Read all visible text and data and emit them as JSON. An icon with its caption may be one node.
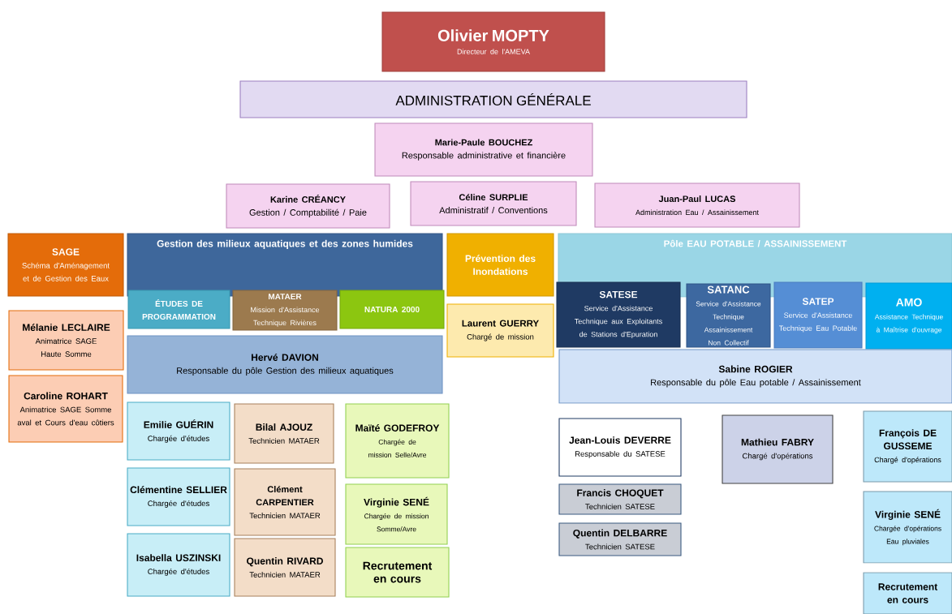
{
  "diagram": {
    "nodes": [
      {
        "text": [
          "Olivier MOPTY",
          "Directeur de l'AMEVA"
        ]
      },
      {
        "text": [
          "ADMINISTRATION GÉNÉRALE"
        ]
      },
      {
        "text": [
          "Marie-Paule BOUCHEZ",
          "Responsable administrative et financière"
        ]
      },
      {
        "text": [
          "Karine CRÉANCY",
          "Gestion / Comptabilité / Paie"
        ]
      },
      {
        "text": [
          "Céline SURPLIE",
          "Administratif / Conventions"
        ]
      },
      {
        "text": [
          "Juan-Paul LUCAS",
          "Administration Eau / Assainissement"
        ]
      },
      {
        "text": [
          "SAGE",
          "Schéma d'Aménagement et de Gestion des Eaux"
        ]
      },
      {
        "text": [
          "Gestion des milieux aquatiques et des zones humides"
        ]
      },
      {
        "text": [
          "ÉTUDES DE PROGRAMMATION"
        ]
      },
      {
        "text": [
          "MATAER",
          "Mission d'Assistance Technique Rivières"
        ]
      },
      {
        "text": [
          "NATURA 2000"
        ]
      },
      {
        "text": [
          "Prévention des Inondations"
        ]
      },
      {
        "text": [
          "Pôle EAU POTABLE / ASSAINISSEMENT"
        ]
      },
      {
        "text": [
          "SATESE",
          "Service d'Assistance Technique aux Exploitants de Stations d'Epuration"
        ]
      },
      {
        "text": [
          "SATANC",
          "Service d'Assistance Technique Assainissement Non Collectif"
        ]
      },
      {
        "text": [
          "SATEP",
          "Service d'Assistance Technique Eau Potable"
        ]
      },
      {
        "text": [
          "AMO",
          "Assistance Technique à Maîtrise d'ouvrage"
        ]
      },
      {
        "text": [
          "Mélanie LECLAIRE",
          "Animatrice SAGE Haute Somme"
        ]
      },
      {
        "text": [
          "Caroline ROHART",
          "Animatrice SAGE Somme aval et Cours d'eau côtiers"
        ]
      },
      {
        "text": [
          "Laurent GUERRY",
          "Chargé de mission"
        ]
      },
      {
        "text": [
          "Hervé DAVION",
          "Responsable du pôle Gestion des milieux aquatiques"
        ]
      },
      {
        "text": [
          "Sabine ROGIER",
          "Responsable du pôle Eau potable / Assainissement"
        ]
      },
      {
        "text": [
          "Emilie GUÉRIN",
          "Chargée d'études"
        ]
      },
      {
        "text": [
          "Bilal AJOUZ",
          "Technicien MATAER"
        ]
      },
      {
        "text": [
          "Maïté GODEFROY",
          "Chargée de mission Selle/Avre"
        ]
      },
      {
        "text": [
          "Clémentine SELLIER",
          "Chargée d'études"
        ]
      },
      {
        "text": [
          "Clément CARPENTIER",
          "Technicien MATAER"
        ]
      },
      {
        "text": [
          "Virginie SENÉ",
          "Chargée de mission Somme/Avre"
        ]
      },
      {
        "text": [
          "Isabella USZINSKI",
          "Chargée d'études"
        ]
      },
      {
        "text": [
          "Quentin RIVARD",
          "Technicien MATAER"
        ]
      },
      {
        "text": [
          "Recrutement en cours"
        ]
      },
      {
        "text": [
          "Jean-Louis DEVERRE",
          "Responsable du SATESE"
        ]
      },
      {
        "text": [
          "Mathieu FABRY",
          "Chargé d'opérations"
        ]
      },
      {
        "text": [
          "François DE GUSSEME",
          "Chargé d'opérations"
        ]
      },
      {
        "text": [
          "Francis CHOQUET",
          "Technicien SATESE"
        ]
      },
      {
        "text": [
          "Quentin DELBARRE",
          "Technicien SATESE"
        ]
      },
      {
        "text": [
          "Virginie SENÉ",
          "Chargée d'opérations Eau pluviales"
        ]
      },
      {
        "text": [
          "Recrutement en cours"
        ]
      }
    ]
  }
}
